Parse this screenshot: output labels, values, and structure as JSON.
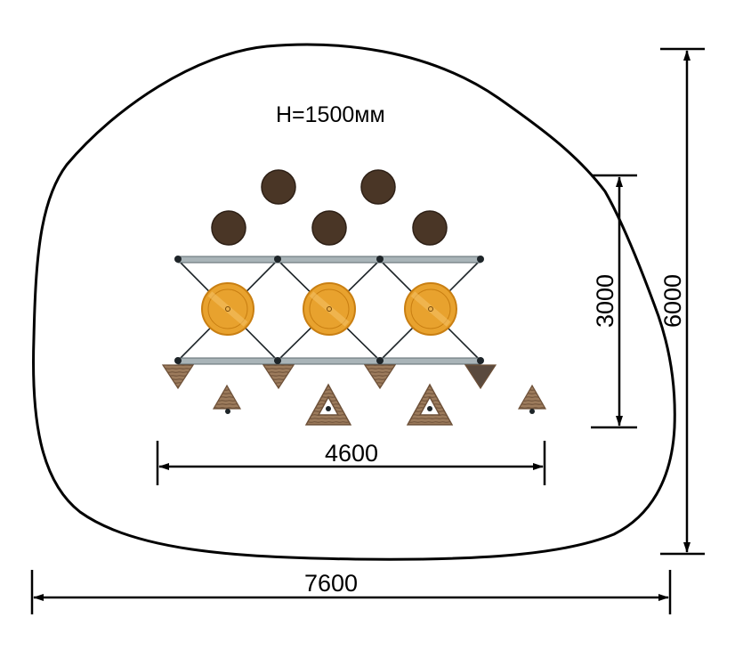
{
  "height_note": "H=1500мм",
  "dimensions": {
    "width_inner": "4600",
    "width_outer": "7600",
    "height_inner": "3000",
    "height_outer": "6000"
  },
  "colors": {
    "outline": "#000000",
    "stump": "#4a3626",
    "stump_dark": "#2e2016",
    "disc": "#e8a22e",
    "disc_ring": "#c97f12",
    "rail": "#a9b4b8",
    "rail_edge": "#5f6b70",
    "wood": "#9c7b5c",
    "wood_dark": "#6d5038",
    "joint": "#1d2428"
  }
}
